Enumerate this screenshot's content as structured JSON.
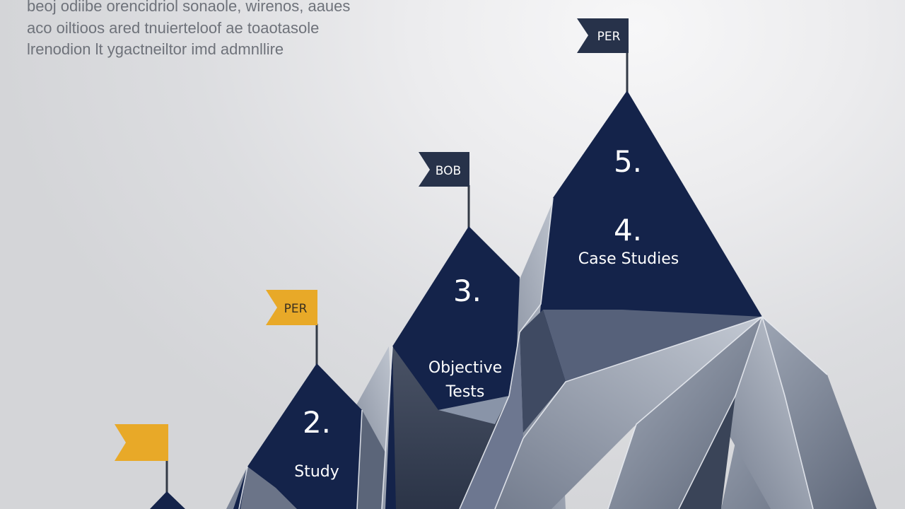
{
  "intro": {
    "lines": [
      "beoj odiibe orencidriol sonaole, wirenos, aaues",
      "aco oiltioos ared tnuierteloof ae toaotasole",
      "lrenodion lt ygactneiltor imd admnllire"
    ]
  },
  "peaks": [
    {
      "number": "",
      "label": "",
      "flag": "",
      "flag_color": "#e8a928"
    },
    {
      "number": "2.",
      "label": "Study",
      "flag": "PER",
      "flag_color": "#e8a928"
    },
    {
      "number": "3.",
      "label": "Objective Tests",
      "label_lines": [
        "Objective",
        "Tests"
      ],
      "flag": "BOB",
      "flag_color": "#27324a"
    },
    {
      "number": "5.",
      "number2": "4.",
      "label": "Case Studies",
      "flag": "PER",
      "flag_color": "#27324a"
    }
  ],
  "colors": {
    "navy": "#14234a",
    "steel": "#8a93a3",
    "gold": "#e8a928",
    "flag_dark": "#27324a"
  }
}
